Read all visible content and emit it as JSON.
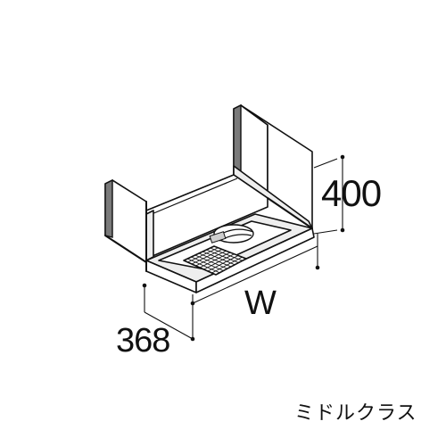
{
  "dimensions": {
    "height": "400",
    "width": "W",
    "depth": "368"
  },
  "series_label": "ミドルクラス"
}
